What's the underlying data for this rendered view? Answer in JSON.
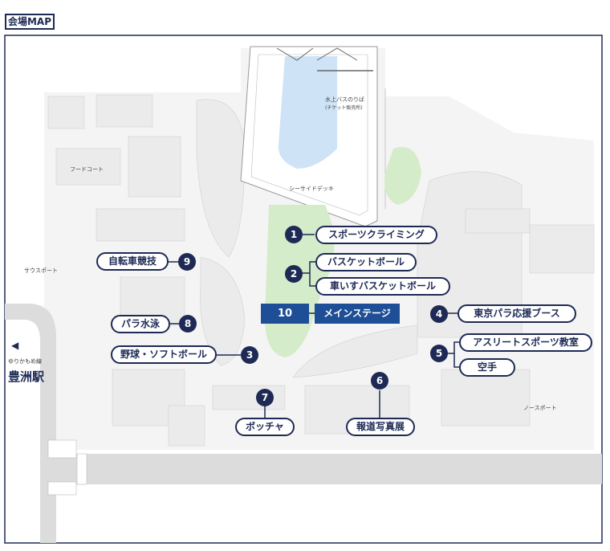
{
  "header": {
    "tag": "会場MAP"
  },
  "labels": {
    "food_court": "フードコート",
    "south_sport": "サウスポート",
    "north_sport": "ノースポート",
    "seaside_deck": "シーサイドデッキ",
    "water_bus_1": "水上バスのりば",
    "water_bus_2": "(チケット販売所)",
    "train_line": "ゆりかもめ線",
    "station": "豊洲駅"
  },
  "spots": [
    {
      "num": "1",
      "label": "スポーツクライミング"
    },
    {
      "num": "2",
      "label": "バスケットボール"
    },
    {
      "num": "2",
      "label": "車いすバスケットボール"
    },
    {
      "num": "10",
      "label": "メインステージ"
    },
    {
      "num": "4",
      "label": "東京パラ応援ブース"
    },
    {
      "num": "5",
      "label": "アスリートスポーツ教室"
    },
    {
      "num": "5",
      "label": "空手"
    },
    {
      "num": "9",
      "label": "自転車競技"
    },
    {
      "num": "8",
      "label": "パラ水泳"
    },
    {
      "num": "3",
      "label": "野球・ソフトボール"
    },
    {
      "num": "7",
      "label": "ボッチャ"
    },
    {
      "num": "6",
      "label": "報道写真展"
    }
  ],
  "colors": {
    "navy": "#1e2a55",
    "main_blue": "#1d4e96",
    "water": "#cfe3f6",
    "green": "#d4ecc9",
    "building": "#ebebeb",
    "road": "#dcdcdc"
  }
}
